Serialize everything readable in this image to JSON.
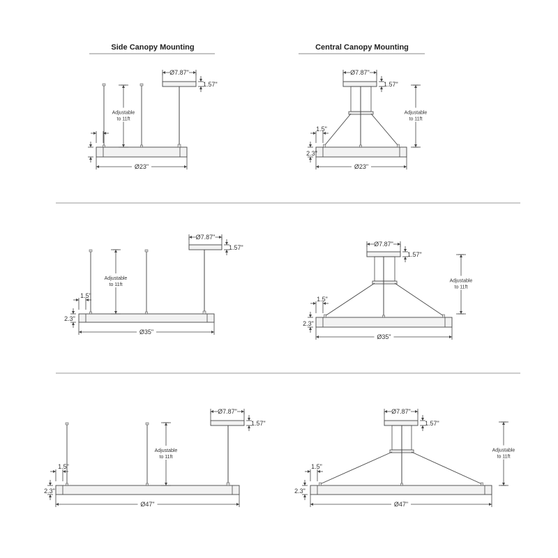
{
  "titles": {
    "side": "Side Canopy Mounting",
    "central": "Central Canopy Mounting"
  },
  "diagrams": [
    {
      "mounting": "side",
      "diameter": "Ø23\"",
      "canopy_diameter": "Ø7.87\"",
      "canopy_height": "1.57\"",
      "adjustable_1": "Adjustable",
      "adjustable_2": "to 11ft"
    },
    {
      "mounting": "central",
      "diameter": "Ø23\"",
      "canopy_diameter": "Ø7.87\"",
      "canopy_height": "1.57\"",
      "adjustable_1": "Adjustable",
      "adjustable_2": "to 11ft",
      "offset": "1.5\"",
      "height": "2.3\""
    },
    {
      "mounting": "side",
      "diameter": "Ø35\"",
      "canopy_diameter": "Ø7.87\"",
      "canopy_height": "1.57\"",
      "adjustable_1": "Adjustable",
      "adjustable_2": "to 11ft",
      "offset": "1.5\"",
      "height": "2.3\""
    },
    {
      "mounting": "central",
      "diameter": "Ø35\"",
      "canopy_diameter": "Ø7.87\"",
      "canopy_height": "1.57\"",
      "adjustable_1": "Adjustable",
      "adjustable_2": "to 11ft",
      "offset": "1.5\"",
      "height": "2.3\""
    },
    {
      "mounting": "side",
      "diameter": "Ø47\"",
      "canopy_diameter": "Ø7.87\"",
      "canopy_height": "1.57\"",
      "adjustable_1": "Adjustable",
      "adjustable_2": "to 11ft",
      "offset": "1.5\"",
      "height": "2.3\""
    },
    {
      "mounting": "central",
      "diameter": "Ø47\"",
      "canopy_diameter": "Ø7.87\"",
      "canopy_height": "1.57\"",
      "adjustable_1": "Adjustable",
      "adjustable_2": "to 11ft",
      "offset": "1.5\"",
      "height": "2.3\""
    }
  ]
}
